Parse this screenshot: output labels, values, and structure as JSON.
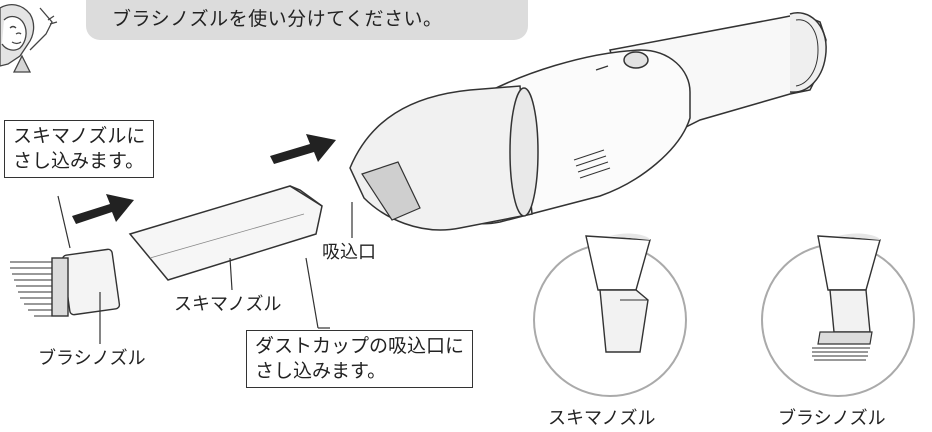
{
  "banner": {
    "text": "ブラシノズルを使い分けてください。"
  },
  "callouts": {
    "sukima_insert": [
      "スキマノズルに",
      "さし込みます。"
    ],
    "cup_insert": [
      "ダストカップの吸込口に",
      "さし込みます。"
    ]
  },
  "labels": {
    "brush_nozzle": "ブラシノズル",
    "sukima_nozzle": "スキマノズル",
    "intake": "吸込口"
  },
  "detail_circles": {
    "left_caption": "スキマノズル",
    "right_caption": "ブラシノズル"
  }
}
